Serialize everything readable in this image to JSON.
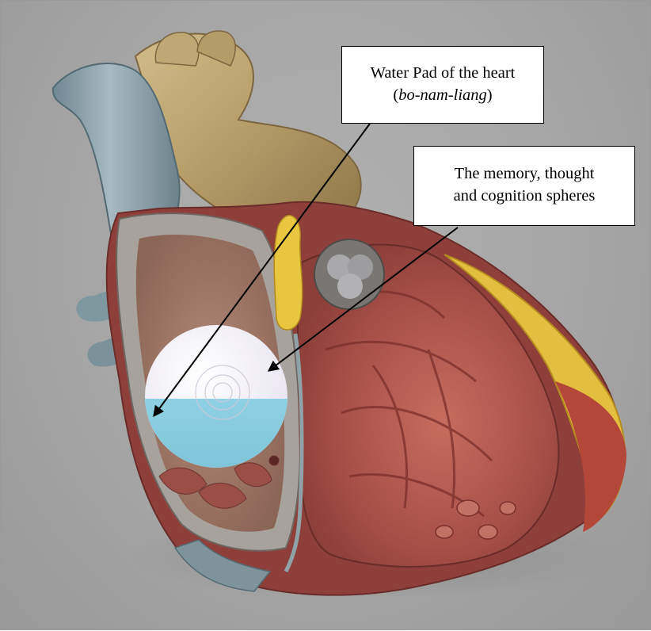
{
  "callouts": {
    "water_pad": {
      "line1": "Water Pad of the heart",
      "paren_open": "(",
      "italic": "bo-nam-liang",
      "paren_close": ")"
    },
    "spheres": {
      "line1": "The memory, thought",
      "line2": "and cognition spheres"
    }
  },
  "colors": {
    "background": "#a6a6a6",
    "myocardium": "#b45a50",
    "vessel_blue_gray": "#8ea3ac",
    "aorta_tan": "#b9a06f",
    "fat_yellow": "#e6c23c",
    "water_pad_blue": "#8fd0e3",
    "water_pad_white": "#f4f2f8"
  }
}
